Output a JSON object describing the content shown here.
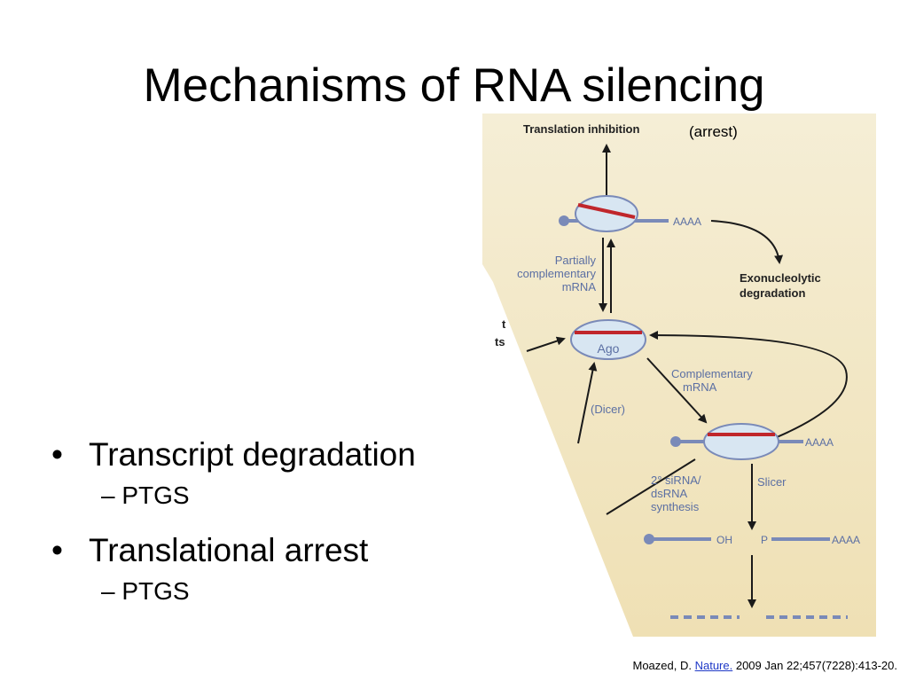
{
  "slide": {
    "title": "Mechanisms of RNA silencing"
  },
  "bullets": [
    {
      "text": "Transcript degradation",
      "sub": "– PTGS"
    },
    {
      "text": "Translational arrest",
      "sub": "– PTGS"
    }
  ],
  "figure": {
    "arrest_note": "(arrest)",
    "labels": {
      "translation_inhibition": "Translation inhibition",
      "aaaa_top": "AAAA",
      "partially_1": "Partially",
      "partially_2": "complementary",
      "partially_3": "mRNA",
      "exonucleolytic_1": "Exonucleolytic",
      "exonucleolytic_2": "degradation",
      "ago": "Ago",
      "fragment_t": "t",
      "fragment_ts": "ts",
      "complementary_1": "Complementary",
      "complementary_2": "mRNA",
      "dicer": "(Dicer)",
      "aaaa_mid": "AAAA",
      "secondary_1": "2° siRNA/",
      "secondary_2": "dsRNA",
      "secondary_3": "synthesis",
      "slicer": "Slicer",
      "oh": "OH",
      "p": "P",
      "aaaa_bottom": "AAAA"
    },
    "colors": {
      "background": "#f2e7c6",
      "rna": "#7a8ab8",
      "sirna": "#c0262b",
      "ago_fill": "#d8e6f2",
      "arrow": "#1a1a1a"
    }
  },
  "citation": {
    "author": "Moazed, D. ",
    "journal": "Nature.",
    "details": " 2009 Jan 22;457(7228):413-20."
  }
}
